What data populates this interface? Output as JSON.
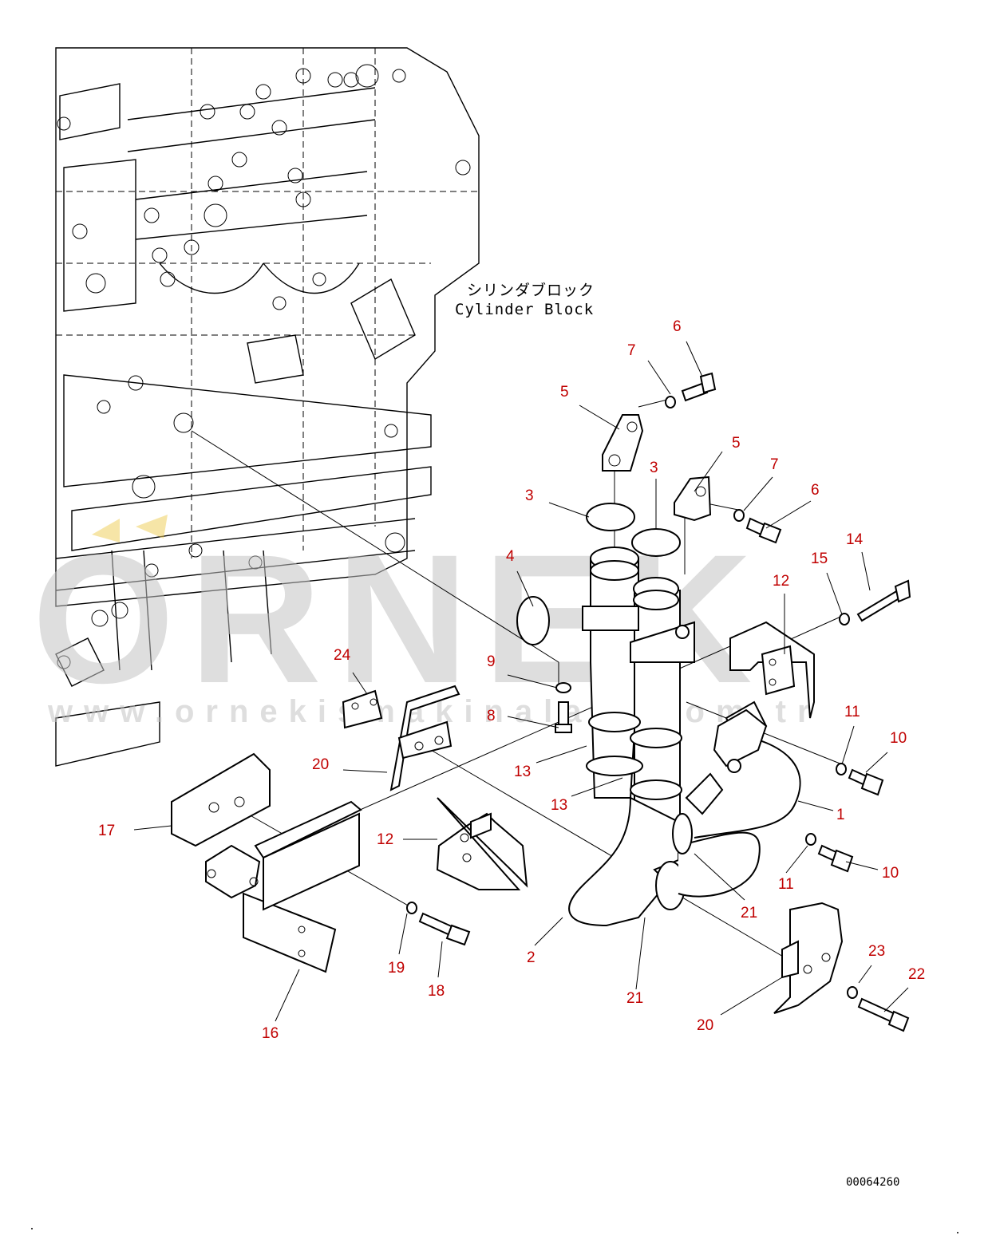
{
  "block_label": {
    "jp": "シリンダブロック",
    "en": "Cylinder Block"
  },
  "watermark": {
    "brand": "ORNEK",
    "url": "www.ornekismakinalari.com.tr"
  },
  "drawing_code": "00064260",
  "callouts": [
    "1",
    "2",
    "3",
    "3",
    "4",
    "5",
    "5",
    "6",
    "6",
    "7",
    "7",
    "8",
    "9",
    "10",
    "10",
    "11",
    "11",
    "12",
    "12",
    "13",
    "13",
    "14",
    "15",
    "16",
    "17",
    "18",
    "19",
    "20",
    "20",
    "21",
    "21",
    "22",
    "23",
    "24"
  ],
  "colors": {
    "callout": "#c00000",
    "watermark": "#c4c4c4",
    "line": "#000000"
  }
}
